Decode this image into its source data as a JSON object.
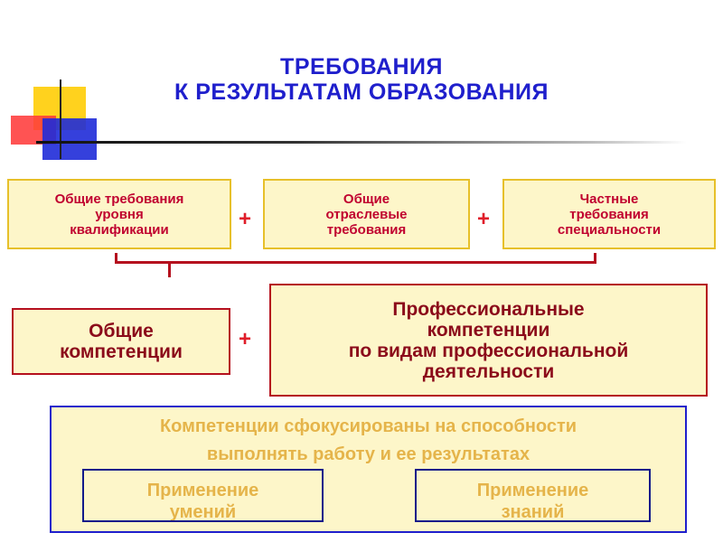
{
  "title": {
    "line1": "ТРЕБОВАНИЯ",
    "line2": "К   РЕЗУЛЬТАТАМ ОБРАЗОВАНИЯ"
  },
  "top_boxes": [
    {
      "line1": "Общие требования",
      "line2": "уровня",
      "line3": "квалификации"
    },
    {
      "line1": "Общие",
      "line2": "отраслевые",
      "line3": "требования"
    },
    {
      "line1": "Частные",
      "line2": "требования",
      "line3": "специальности"
    }
  ],
  "plus_sign": "+",
  "middle_boxes": {
    "general": {
      "line1": "Общие",
      "line2": "компетенции"
    },
    "professional": {
      "line1": "Профессиональные",
      "line2": "компетенции",
      "line3": "по видам профессиональной",
      "line4": "деятельности"
    }
  },
  "bottom": {
    "line1": "Компетенции сфокусированы на способности",
    "line2": "выполнять работу и ее результатах",
    "skills": {
      "line1": "Применение",
      "line2": "умений"
    },
    "knowledge": {
      "line1": "Применение",
      "line2": "знаний"
    }
  },
  "colors": {
    "title": "#1f1fcc",
    "top_border": "#e7c02a",
    "top_text": "#c0002f",
    "mid_border": "#b5101e",
    "mid_text": "#8b0a1a",
    "plus": "#e01e2a",
    "box_fill": "#fdf6c9",
    "bottom_text": "#e5b44a"
  }
}
